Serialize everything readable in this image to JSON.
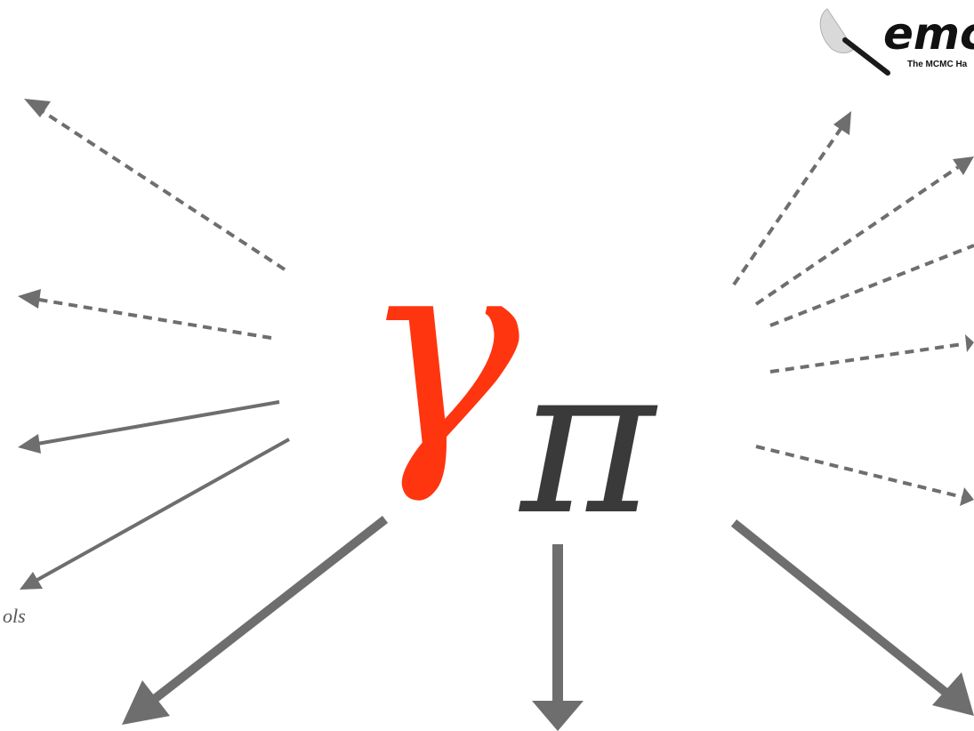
{
  "colors": {
    "arrow": "#6e6e6e",
    "gamma": "#ff3510",
    "pi": "#3a3a3a",
    "logo_text": "#111111",
    "label": "#555555"
  },
  "logo": {
    "icon": "emcee-broom-icon",
    "word": "emc",
    "tagline": "The MCMC Ha"
  },
  "center": {
    "gamma": "γ",
    "pi": "π"
  },
  "labels": {
    "lower_left": "ols"
  },
  "arrow_styles": {
    "dashed": "dashed thin arrows (left and right fan)",
    "solid_thin": "solid thin arrows (left)",
    "solid_thick": "solid thick arrows (bottom)"
  }
}
